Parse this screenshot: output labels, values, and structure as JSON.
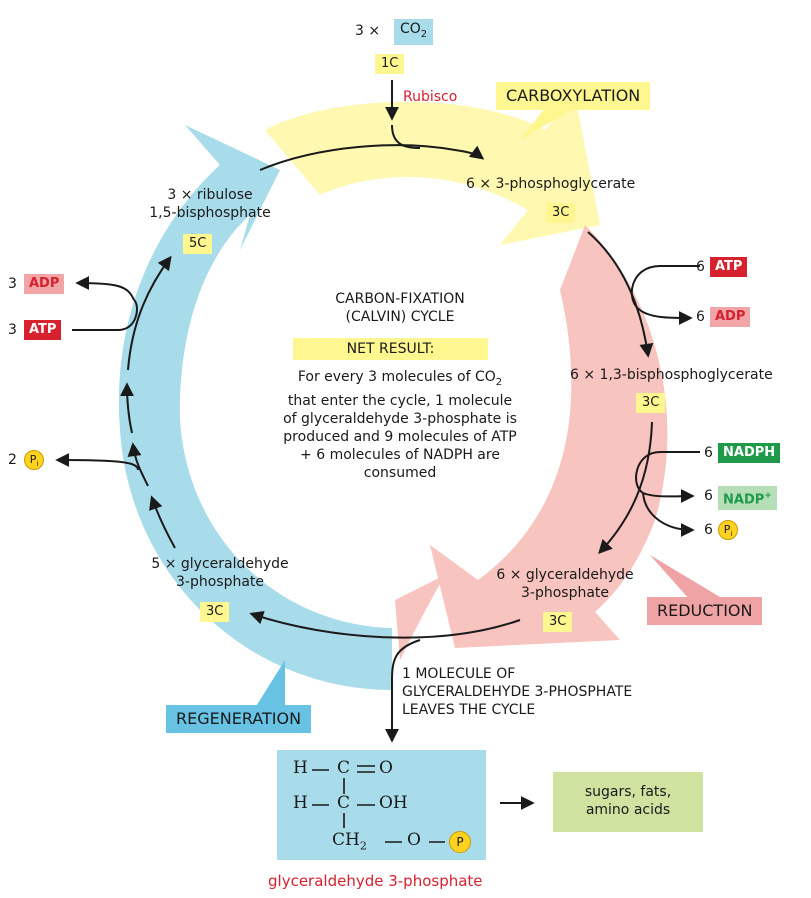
{
  "co2": {
    "multiplier": "3 ×",
    "label": "CO",
    "sub": "2",
    "carbons": "1C"
  },
  "enzyme": "Rubisco",
  "phases": {
    "carboxylation": "CARBOXYLATION",
    "reduction": "REDUCTION",
    "regeneration": "REGENERATION"
  },
  "pga": {
    "label": "6 × 3-phosphoglycerate",
    "carbons": "3C"
  },
  "bpg": {
    "label": "6 × 1,3-bisphosphoglycerate",
    "carbons": "3C"
  },
  "g3p_six": {
    "line1": "6 × glyceraldehyde",
    "line2": "3-phosphate",
    "carbons": "3C"
  },
  "g3p_five": {
    "line1": "5 × glyceraldehyde",
    "line2": "3-phosphate",
    "carbons": "3C"
  },
  "rubp": {
    "line1": "3 × ribulose",
    "line2": "1,5-bisphosphate",
    "carbons": "5C"
  },
  "reduction_inputs": {
    "atp_in": {
      "count": "6",
      "label": "ATP"
    },
    "adp_out": {
      "count": "6",
      "label": "ADP"
    },
    "nadph_in": {
      "count": "6",
      "label": "NADPH"
    },
    "nadp_out": {
      "count": "6",
      "label": "NADP",
      "sup": "+"
    },
    "pi_out": {
      "count": "6",
      "symbol": "P",
      "sub": "i"
    }
  },
  "regeneration_inputs": {
    "adp_out": {
      "count": "3",
      "label": "ADP"
    },
    "atp_in": {
      "count": "3",
      "label": "ATP"
    },
    "pi_out": {
      "count": "2",
      "symbol": "P",
      "sub": "i"
    }
  },
  "center": {
    "title_line1": "CARBON-FIXATION",
    "title_line2": "(CALVIN) CYCLE",
    "net_label": "NET RESULT:",
    "desc_line1_pre": "For every 3 molecules of CO",
    "desc_line1_sub": "2",
    "desc_line2": "that enter the cycle, 1 molecule",
    "desc_line3": "of glyceraldehyde 3-phosphate is",
    "desc_line4": "produced and 9 molecules of ATP",
    "desc_line5": "+ 6 molecules of NADPH are",
    "desc_line6": "consumed"
  },
  "exit": {
    "line1": "1 MOLECULE OF",
    "line2": "GLYCERALDEHYDE 3-PHOSPHATE",
    "line3": "LEAVES THE CYCLE"
  },
  "structure": {
    "row1_h": "H",
    "row1_c": "C",
    "row1_o": "O",
    "row2_h": "H",
    "row2_c": "C",
    "row2_oh": "OH",
    "row3_ch": "CH",
    "row3_sub": "2",
    "row3_o": "O",
    "phosphate": "P",
    "caption": "glyceraldehyde 3-phosphate"
  },
  "products": {
    "line1": "sugars, fats,",
    "line2": "amino acids"
  },
  "colors": {
    "carboxylation_arrow": "#fff8b0",
    "reduction_arrow": "#f7c4bf",
    "regeneration_arrow": "#a9dcea",
    "callout_yellow": "#fef68f",
    "callout_pink": "#f0a3a5",
    "callout_blue": "#68c2e3",
    "red": "#d7212f",
    "green": "#1f9a4a",
    "structure_bg": "#a9dcea",
    "products_bg": "#cfe2a0"
  }
}
